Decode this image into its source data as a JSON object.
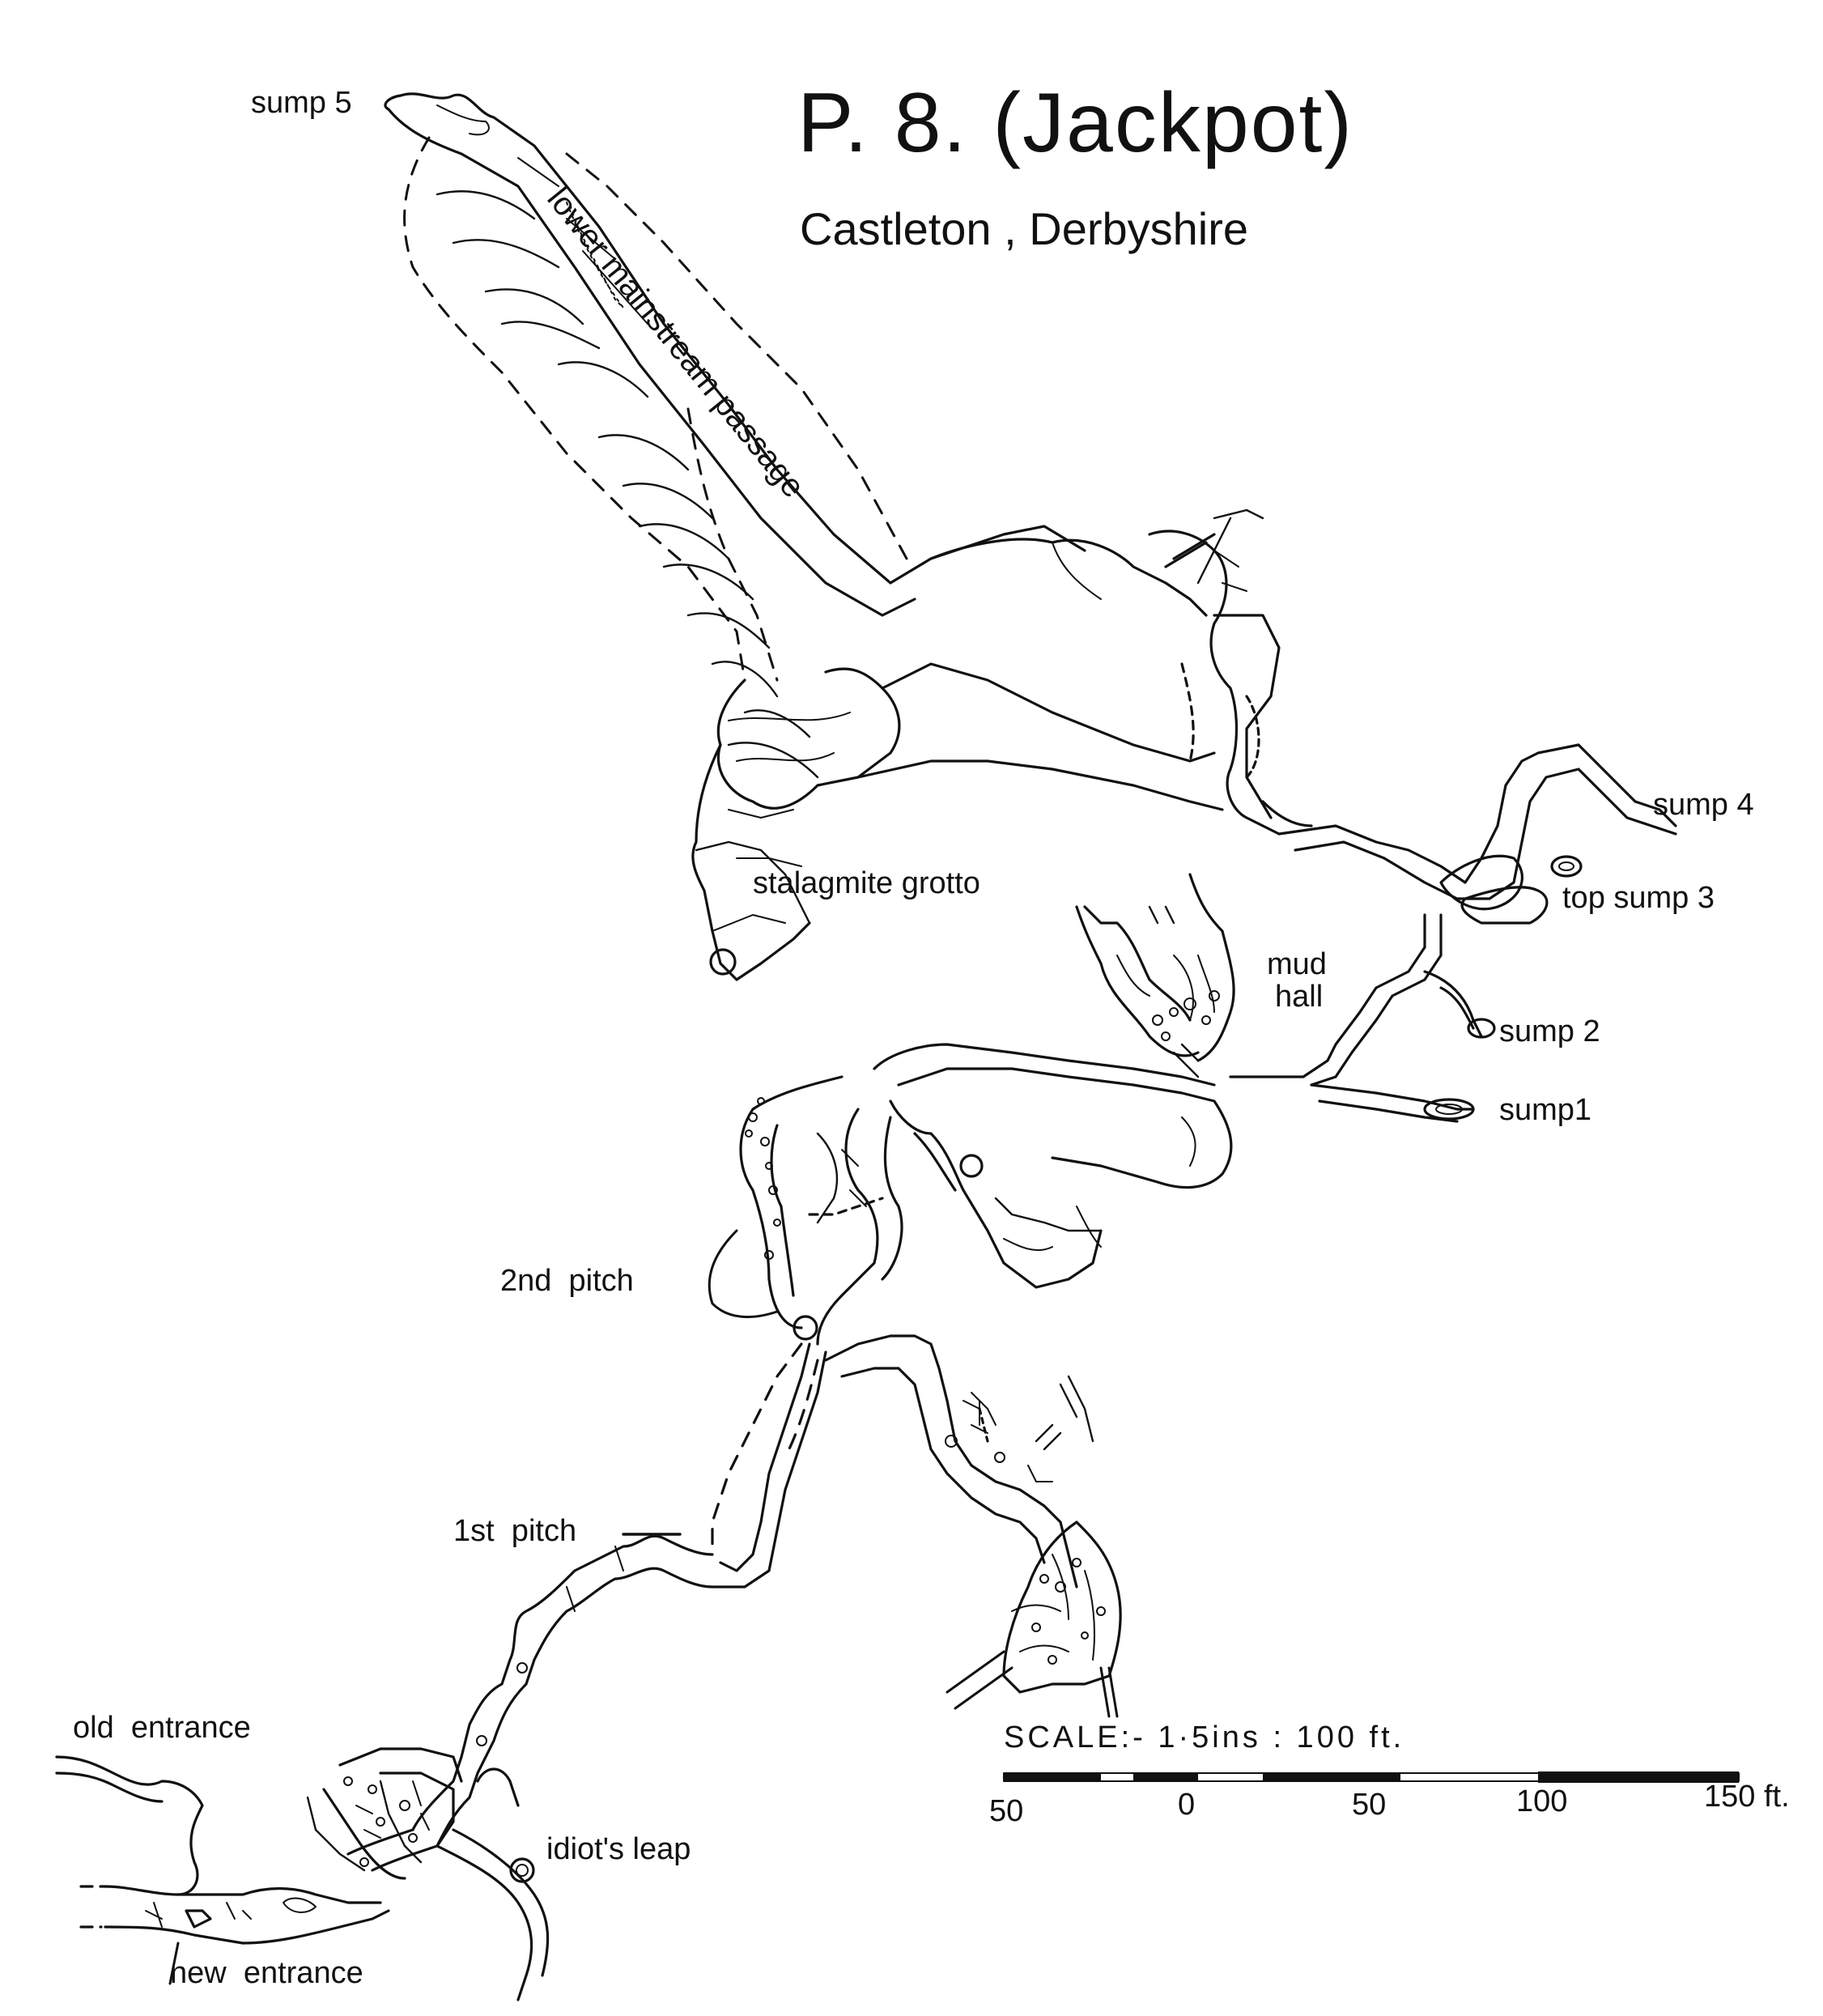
{
  "title": "P. 8. (Jackpot)",
  "subtitle": "Castleton , Derbyshire",
  "labels": {
    "sump5": "sump 5",
    "lower_mainstream": "lower mainstream passage",
    "sump4": "sump 4",
    "top_sump3": "top sump 3",
    "stalagmite_grotto": "stalagmite grotto",
    "mud_hall_1": "mud",
    "mud_hall_2": "hall",
    "sump2": "sump 2",
    "sump1": "sump1",
    "pitch2": "2nd  pitch",
    "pitch1": "1st  pitch",
    "old_entrance": "old  entrance",
    "idiots_leap": "idiot's leap",
    "new_entrance": "new  entrance"
  },
  "scale": {
    "title": "SCALE:- 1·5ins : 100 ft.",
    "ticks": [
      "50",
      "0",
      "50",
      "100",
      "150 ft."
    ]
  },
  "colors": {
    "ink": "#111111",
    "paper": "#ffffff"
  }
}
